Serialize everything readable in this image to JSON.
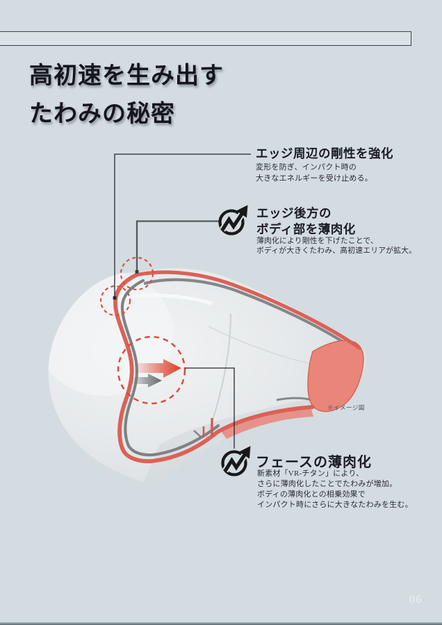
{
  "page": {
    "background": "#d3dce1",
    "page_number": "06"
  },
  "header": {
    "title_line1": "高初速を生み出す",
    "title_line2": "たわみの秘密"
  },
  "annotations": [
    {
      "title_lines": [
        "エッジ周辺の剛性を強化"
      ],
      "body_lines": [
        "変形を防ぎ、インパクト時の",
        "大きなエネルギーを受け止める。"
      ]
    },
    {
      "title_lines": [
        "エッジ後方の",
        "ボディ部を薄肉化"
      ],
      "body_lines": [
        "薄肉化により剛性を下げたことで、",
        "ボディが大きくたわみ、高初速エリアが拡大。"
      ]
    },
    {
      "title_lines": [
        "フェースの薄肉化"
      ],
      "body_lines": [
        "新素材「VR-チタン」により、",
        "さらに薄肉化したことでたわみが増加。",
        "ボディの薄肉化との相乗効果で",
        "インパクト時にさらに大きなたわみを生む。"
      ]
    }
  ],
  "diagram": {
    "caption": "※イメージ図"
  },
  "colors": {
    "accent_red": "#db6156",
    "dashed_circle_red": "#dc4b3c",
    "arrow_red": "#e0452e",
    "arrow_gray": "#6e7478",
    "line_gray": "#83878a",
    "ink": "#1b1b24",
    "band_border": "#39434a",
    "page_number_color": "#edf3f6"
  }
}
